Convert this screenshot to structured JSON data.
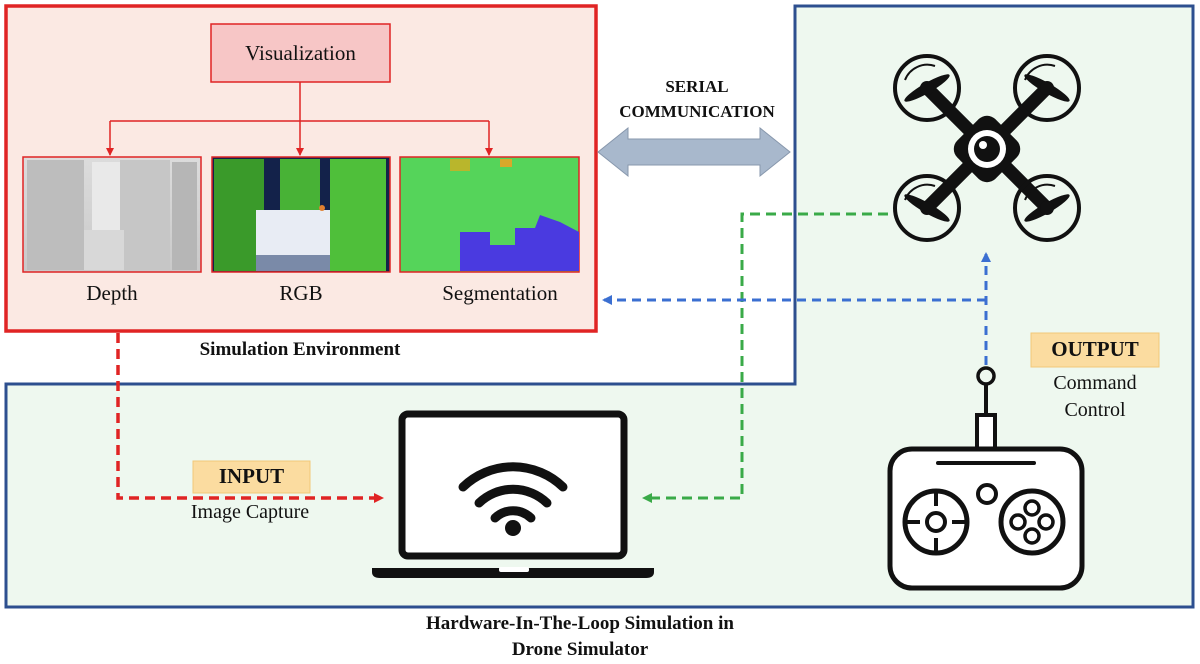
{
  "diagram": {
    "visualization": "Visualization",
    "panels": {
      "depth": "Depth",
      "rgb": "RGB",
      "segmentation": "Segmentation"
    },
    "sim_env_caption": "Simulation Environment",
    "serial_label_line1": "SERIAL",
    "serial_label_line2": "COMMUNICATION",
    "input_badge": "INPUT",
    "input_caption": "Image Capture",
    "output_badge": "OUTPUT",
    "output_caption_line1": "Command",
    "output_caption_line2": "Control",
    "hil_caption_line1": "Hardware-In-The-Loop Simulation in",
    "hil_caption_line2": "Drone Simulator"
  },
  "colors": {
    "sim_border": "#e02424",
    "sim_fill": "#fbe9e3",
    "vis_fill": "#f7c6c6",
    "hil_border": "#2d4f8f",
    "hil_fill": "#eef8ef",
    "badge_fill": "#fbdca0",
    "arrow_gray": "#a8b8cc",
    "dash_red": "#e02424",
    "dash_green": "#3aaa48",
    "dash_blue": "#3b6fd1"
  }
}
